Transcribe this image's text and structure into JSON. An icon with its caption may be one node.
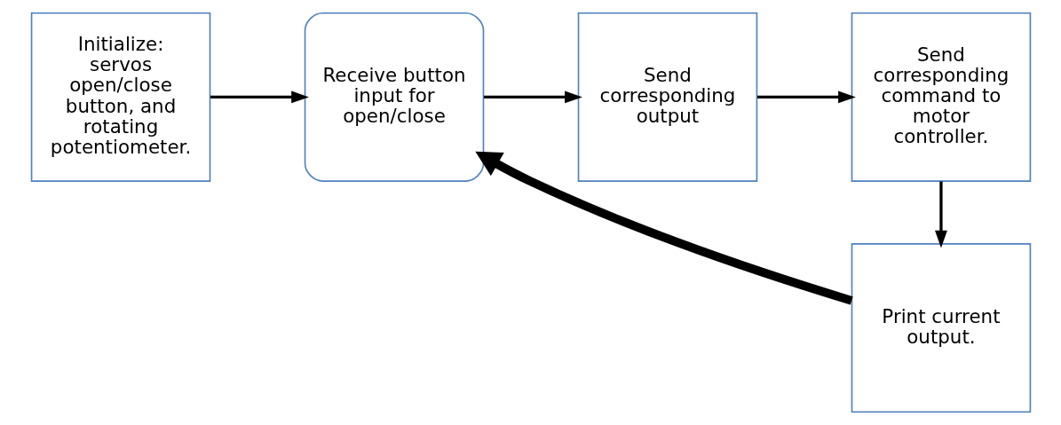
{
  "diagram": {
    "nodes": [
      {
        "text": [
          "Initialize: servos open/close button, and rotating potentiometer."
        ]
      },
      {
        "text": [
          "Receive button input for open/close"
        ]
      },
      {
        "text": [
          "Send corresponding output"
        ]
      },
      {
        "text": [
          "Send corresponding command to motor controller."
        ]
      },
      {
        "text": [
          "Print current output."
        ]
      }
    ],
    "edges": [
      {
        "from": 0,
        "to": 1,
        "arrow": "to"
      },
      {
        "from": 1,
        "to": 2,
        "arrow": "to"
      },
      {
        "from": 2,
        "to": 3,
        "arrow": "to"
      },
      {
        "from": 3,
        "to": 4,
        "arrow": "to"
      },
      {
        "from": 4,
        "to": 1,
        "arrow": "to",
        "style": "thick"
      }
    ]
  }
}
